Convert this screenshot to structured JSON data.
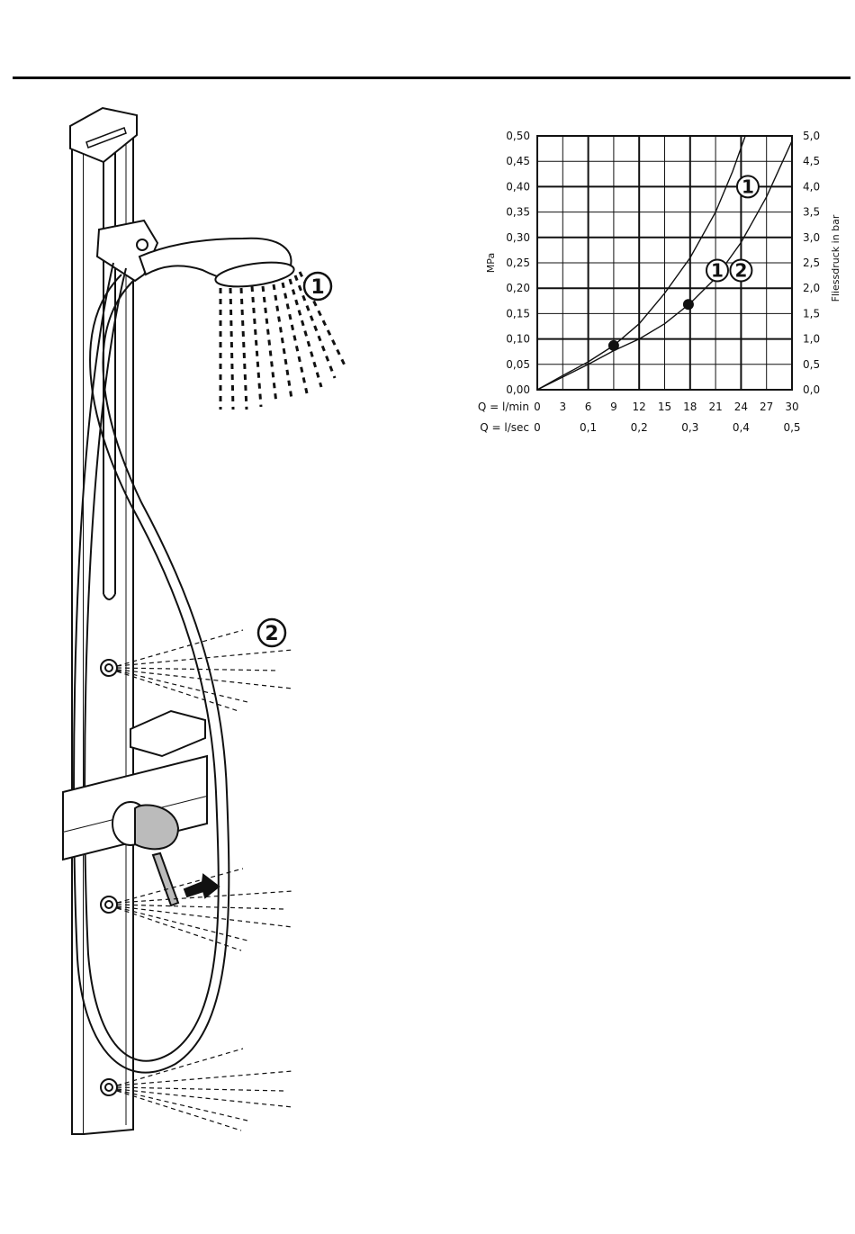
{
  "callouts": {
    "hand_shower": "1",
    "body_jets": "2"
  },
  "chart_data": {
    "type": "line",
    "ylabel_left": "MPa",
    "ylabel_right": "Fliessdruck in bar",
    "x_label_lmin": "Q = l/min",
    "x_label_lsec": "Q = l/sec",
    "xlim": [
      0,
      30
    ],
    "ylim": [
      0,
      0.5
    ],
    "x_ticks_lmin": [
      "0",
      "3",
      "6",
      "9",
      "12",
      "15",
      "18",
      "21",
      "24",
      "27",
      "30"
    ],
    "x_ticks_lsec": [
      {
        "label": "0",
        "value": 0
      },
      {
        "label": "0,1",
        "value": 6
      },
      {
        "label": "0,2",
        "value": 12
      },
      {
        "label": "0,3",
        "value": 18
      },
      {
        "label": "0,4",
        "value": 24
      },
      {
        "label": "0,5",
        "value": 30
      }
    ],
    "y_ticks_left": [
      "0,00",
      "0,05",
      "0,10",
      "0,15",
      "0,20",
      "0,25",
      "0,30",
      "0,35",
      "0,40",
      "0,45",
      "0,50"
    ],
    "y_ticks_right": [
      "0,0",
      "0,5",
      "1,0",
      "1,5",
      "2,0",
      "2,5",
      "3,0",
      "3,5",
      "4,0",
      "4,5",
      "5,0"
    ],
    "grid": true,
    "series": [
      {
        "name": "1",
        "x": [
          0,
          3,
          6,
          9,
          12,
          15,
          18,
          21,
          23,
          24.5
        ],
        "y": [
          0,
          0.028,
          0.055,
          0.087,
          0.13,
          0.19,
          0.26,
          0.35,
          0.43,
          0.5
        ]
      },
      {
        "name": "1 2",
        "x": [
          0,
          3,
          6,
          9,
          12,
          15,
          18,
          21,
          24,
          27,
          30
        ],
        "y": [
          0,
          0.025,
          0.05,
          0.077,
          0.1,
          0.13,
          0.17,
          0.22,
          0.29,
          0.38,
          0.49
        ]
      }
    ],
    "markers": [
      {
        "x": 9,
        "y": 0.087
      },
      {
        "x": 17.8,
        "y": 0.168
      }
    ],
    "curve_labels": [
      {
        "text": "1",
        "series": "1"
      },
      {
        "text": "1",
        "series": "1 2"
      },
      {
        "text": "2",
        "series": "1 2"
      }
    ]
  }
}
